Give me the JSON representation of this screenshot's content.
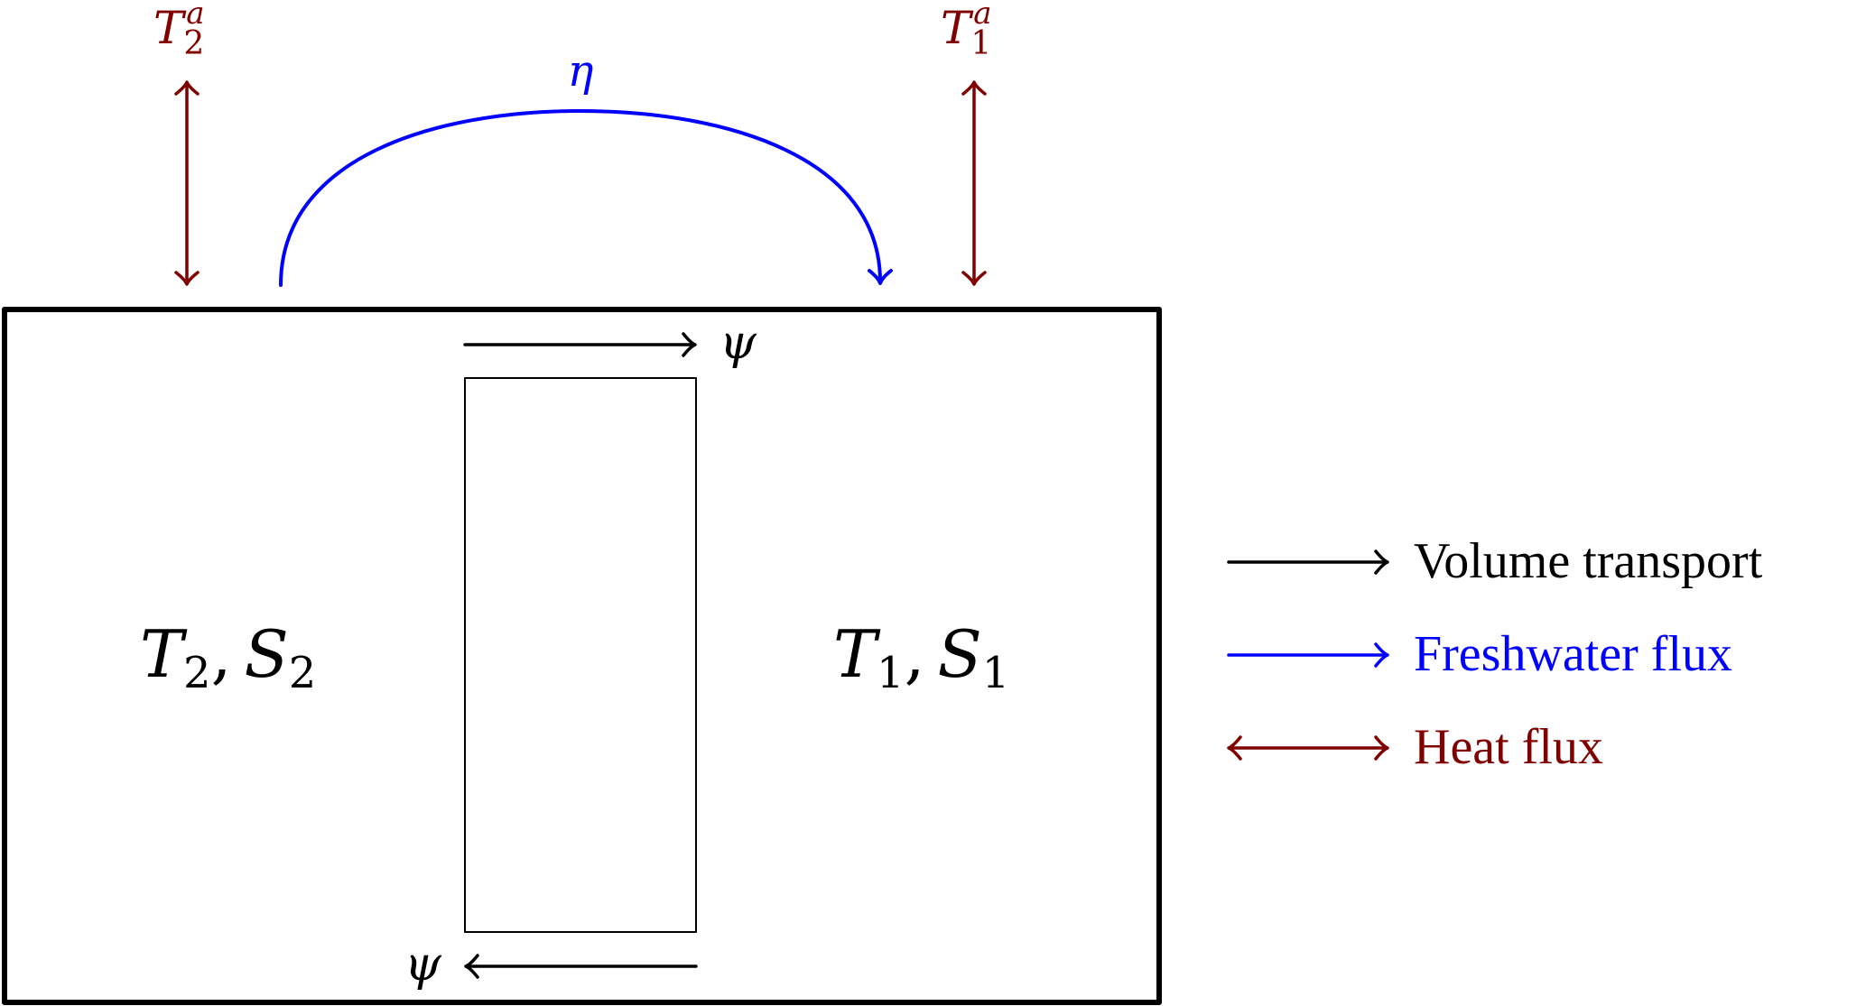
{
  "colors": {
    "black": "#000000",
    "freshwater": "#0000ff",
    "heat": "#800000"
  },
  "labels": {
    "atm_T2": {
      "base": "T",
      "sub": "2",
      "sup": "a"
    },
    "atm_T1": {
      "base": "T",
      "sub": "1",
      "sup": "a"
    },
    "eta": "η",
    "psi_top": "ψ",
    "psi_bottom": "ψ",
    "box2": {
      "T": "T",
      "T_sub": "2",
      "comma": ",",
      "S": "S",
      "S_sub": "2"
    },
    "box1": {
      "T": "T",
      "T_sub": "1",
      "comma": ",",
      "S": "S",
      "S_sub": "1"
    }
  },
  "legend": [
    {
      "label": "Volume transport",
      "arrow": "single",
      "color": "#000000"
    },
    {
      "label": "Freshwater flux",
      "arrow": "single",
      "color": "#0000ff"
    },
    {
      "label": "Heat flux",
      "arrow": "double",
      "color": "#800000"
    }
  ]
}
